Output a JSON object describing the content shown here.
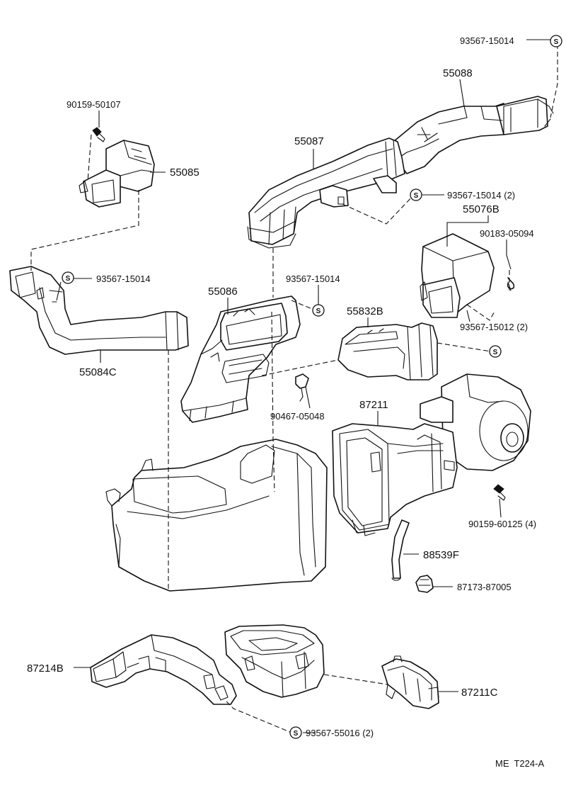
{
  "part_labels": {
    "p55088": "55088",
    "p93567_15014_top": "93567-15014",
    "p90159_50107": "90159-50107",
    "p55085": "55085",
    "p55087": "55087",
    "p93567_15014_2": "93567-15014 (2)",
    "p55076B": "55076B",
    "p90183_05094": "90183-05094",
    "p93567_15014_left": "93567-15014",
    "p93567_15014_mid": "93567-15014",
    "p55086": "55086",
    "p55832B": "55832B",
    "p93567_15012_2": "93567-15012 (2)",
    "p55084C": "55084C",
    "p87211": "87211",
    "p90467_05048": "90467-05048",
    "p90159_60125_4": "90159-60125 (4)",
    "p88539F": "88539F",
    "p87173_87005": "87173-87005",
    "p87214B": "87214B",
    "p87211C": "87211C",
    "p93567_55016_2": "93567-55016 (2)"
  },
  "symbol_s": "S",
  "footer_code": "ME  T224-A"
}
